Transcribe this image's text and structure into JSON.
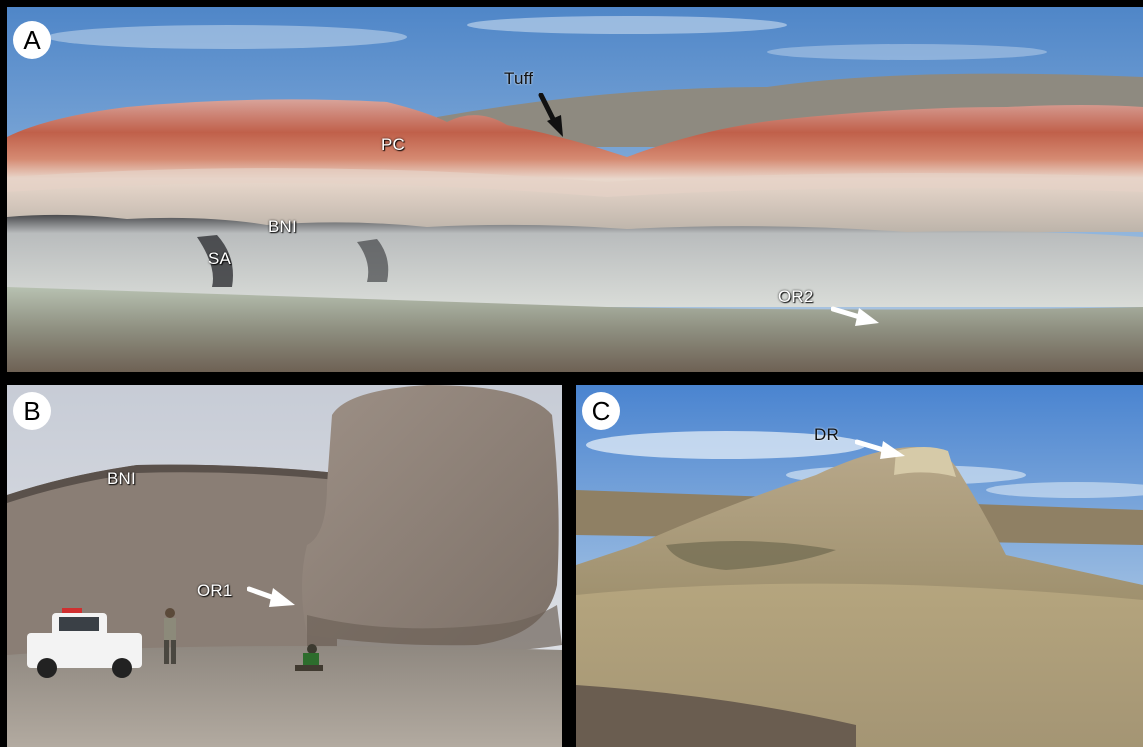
{
  "panels": {
    "a": {
      "letter": "A",
      "labels": {
        "tuff": "Tuff",
        "pc": "PC",
        "bni": "BNI",
        "sa": "SA",
        "or2": "OR2"
      }
    },
    "b": {
      "letter": "B",
      "labels": {
        "bni": "BNI",
        "or1": "OR1"
      }
    },
    "c": {
      "letter": "C",
      "labels": {
        "dr": "DR"
      }
    }
  },
  "colors": {
    "divider": "#000000",
    "arrow_dark": "#111111",
    "arrow_light": "#ffffff"
  }
}
